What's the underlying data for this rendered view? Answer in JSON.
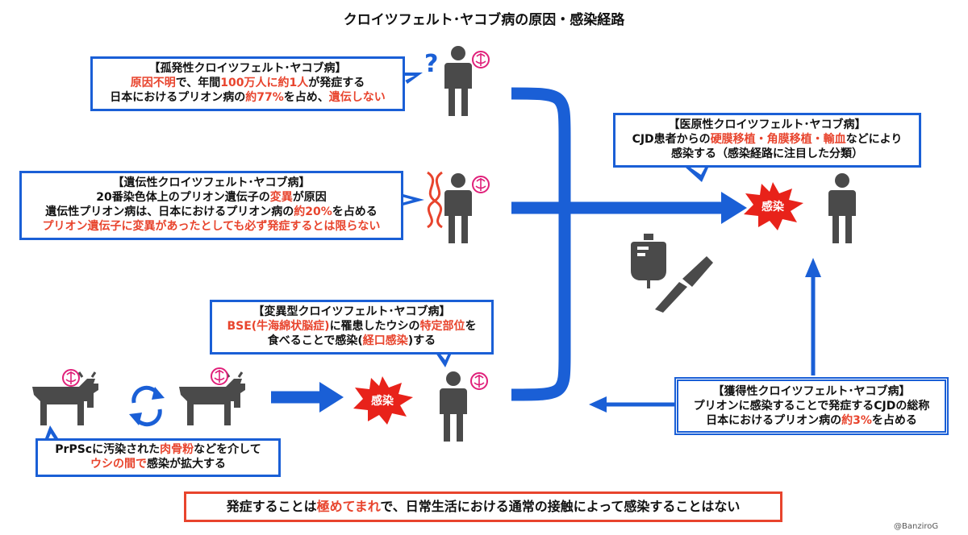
{
  "title": "クロイツフェルト･ヤコブ病の原因・感染経路",
  "sporadic": {
    "heading": "【孤発性クロイツフェルト･ヤコブ病】",
    "l2a": "原因不明",
    "l2b": "で、年間",
    "l2c": "100万人に約1人",
    "l2d": "が発症する",
    "l3a": "日本におけるプリオン病の",
    "l3b": "約77%",
    "l3c": "を占め、",
    "l3d": "遺伝しない"
  },
  "hereditary": {
    "heading": "【遺伝性クロイツフェルト･ヤコブ病】",
    "l2a": "20番染色体上のプリオン遺伝子の",
    "l2b": "変異",
    "l2c": "が原因",
    "l3a": "遺伝性プリオン病は、日本におけるプリオン病の",
    "l3b": "約20%",
    "l3c": "を占める",
    "l4": "プリオン遺伝子に変異があったとしても必ず発症するとは限らない"
  },
  "variant": {
    "heading": "【変異型クロイツフェルト･ヤコブ病】",
    "l2a": "BSE(牛海綿状脳症)",
    "l2b": "に罹患したウシの",
    "l2c": "特定部位",
    "l2d": "を",
    "l3a": "食べることで感染(",
    "l3b": "経口感染",
    "l3c": ")する"
  },
  "iatrogenic": {
    "heading": "【医原性クロイツフェルト･ヤコブ病】",
    "l2a": "CJD患者からの",
    "l2b": "硬膜移植・角膜移植・輸血",
    "l2c": "などにより",
    "l3": "感染する（感染経路に注目した分類）"
  },
  "acquired": {
    "heading": "【獲得性クロイツフェルト･ヤコブ病】",
    "l2": "プリオンに感染することで発症するCJDの総称",
    "l3a": "日本におけるプリオン病の",
    "l3b": "約3%",
    "l3c": "を占める"
  },
  "cattle": {
    "l1a": "PrPScに汚染された",
    "l1b": "肉骨粉",
    "l1c": "などを介して",
    "l2a": "ウシの間で",
    "l2b": "感染が拡大する"
  },
  "infection_label": "感染",
  "question_mark": "?",
  "bottom": {
    "a": "発症することは",
    "b": "極めてまれ",
    "c": "で、日常生活における通常の接触によって感染することはない"
  },
  "credit": "@BanziroG",
  "colors": {
    "blue": "#1a5fd6",
    "red": "#e8442d",
    "gray": "#4a4a4a",
    "pink": "#e0207a"
  },
  "icons": [
    "person-icon",
    "brain-icon",
    "dna-icon",
    "question-icon",
    "cow-icon",
    "cycle-arrows-icon",
    "iv-bag-icon",
    "scalpel-icon",
    "infection-burst-icon"
  ]
}
